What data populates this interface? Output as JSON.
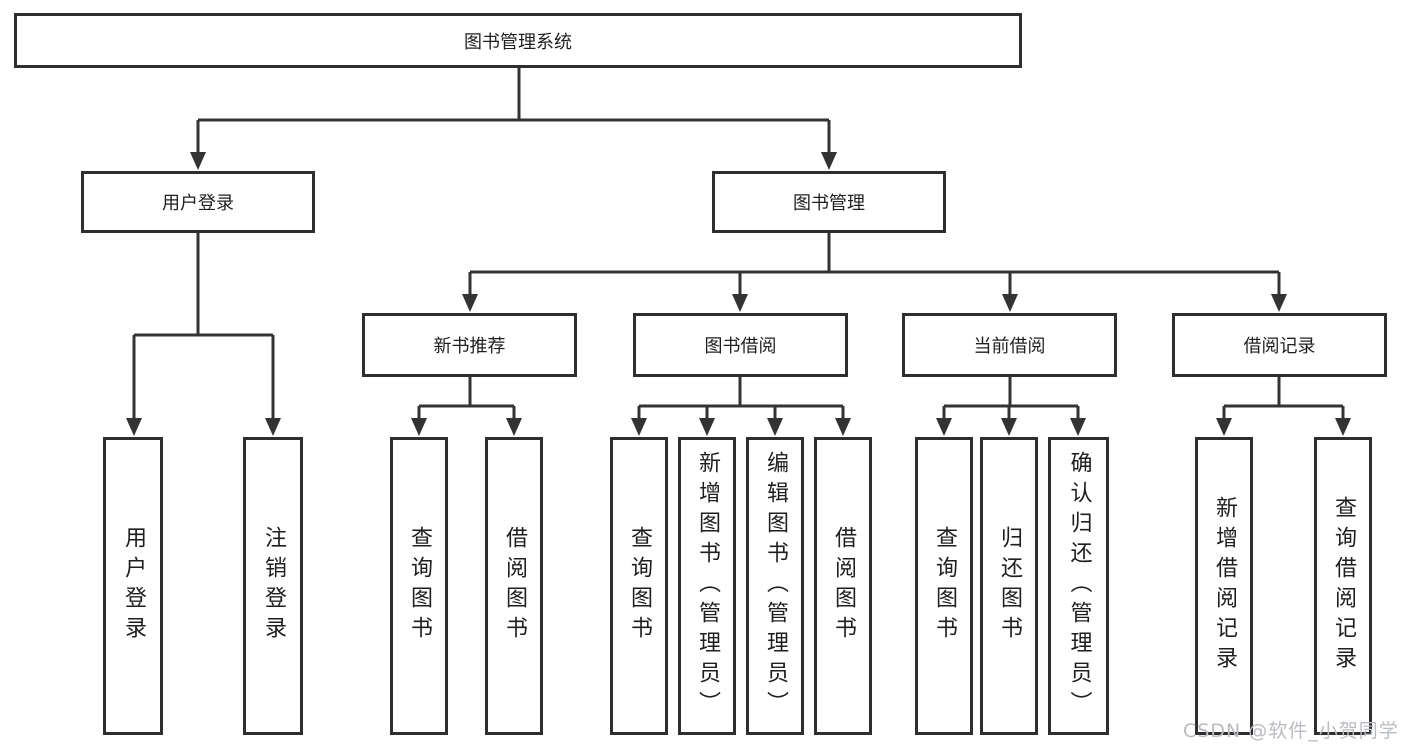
{
  "diagram": {
    "title": "图书管理系统",
    "level2": [
      {
        "label": "用户登录",
        "children": [
          "用户登录",
          "注销登录"
        ]
      },
      {
        "label": "图书管理"
      }
    ],
    "level3": [
      {
        "label": "新书推荐",
        "children": [
          "查询图书",
          "借阅图书"
        ]
      },
      {
        "label": "图书借阅",
        "children": [
          "查询图书",
          "新增图书（管理员）",
          "编辑图书（管理员）",
          "借阅图书"
        ]
      },
      {
        "label": "当前借阅",
        "children": [
          "查询图书",
          "归还图书",
          "确认归还（管理员）"
        ]
      },
      {
        "label": "借阅记录",
        "children": [
          "新增借阅记录",
          "查询借阅记录"
        ]
      }
    ]
  },
  "watermark": "CSDN @软件_小贺同学",
  "colors": {
    "background": "#ffffff",
    "line": "#333333",
    "border": "#2e2e2e",
    "text": "#1f1f1f",
    "watermark": "#b9bcc0"
  }
}
